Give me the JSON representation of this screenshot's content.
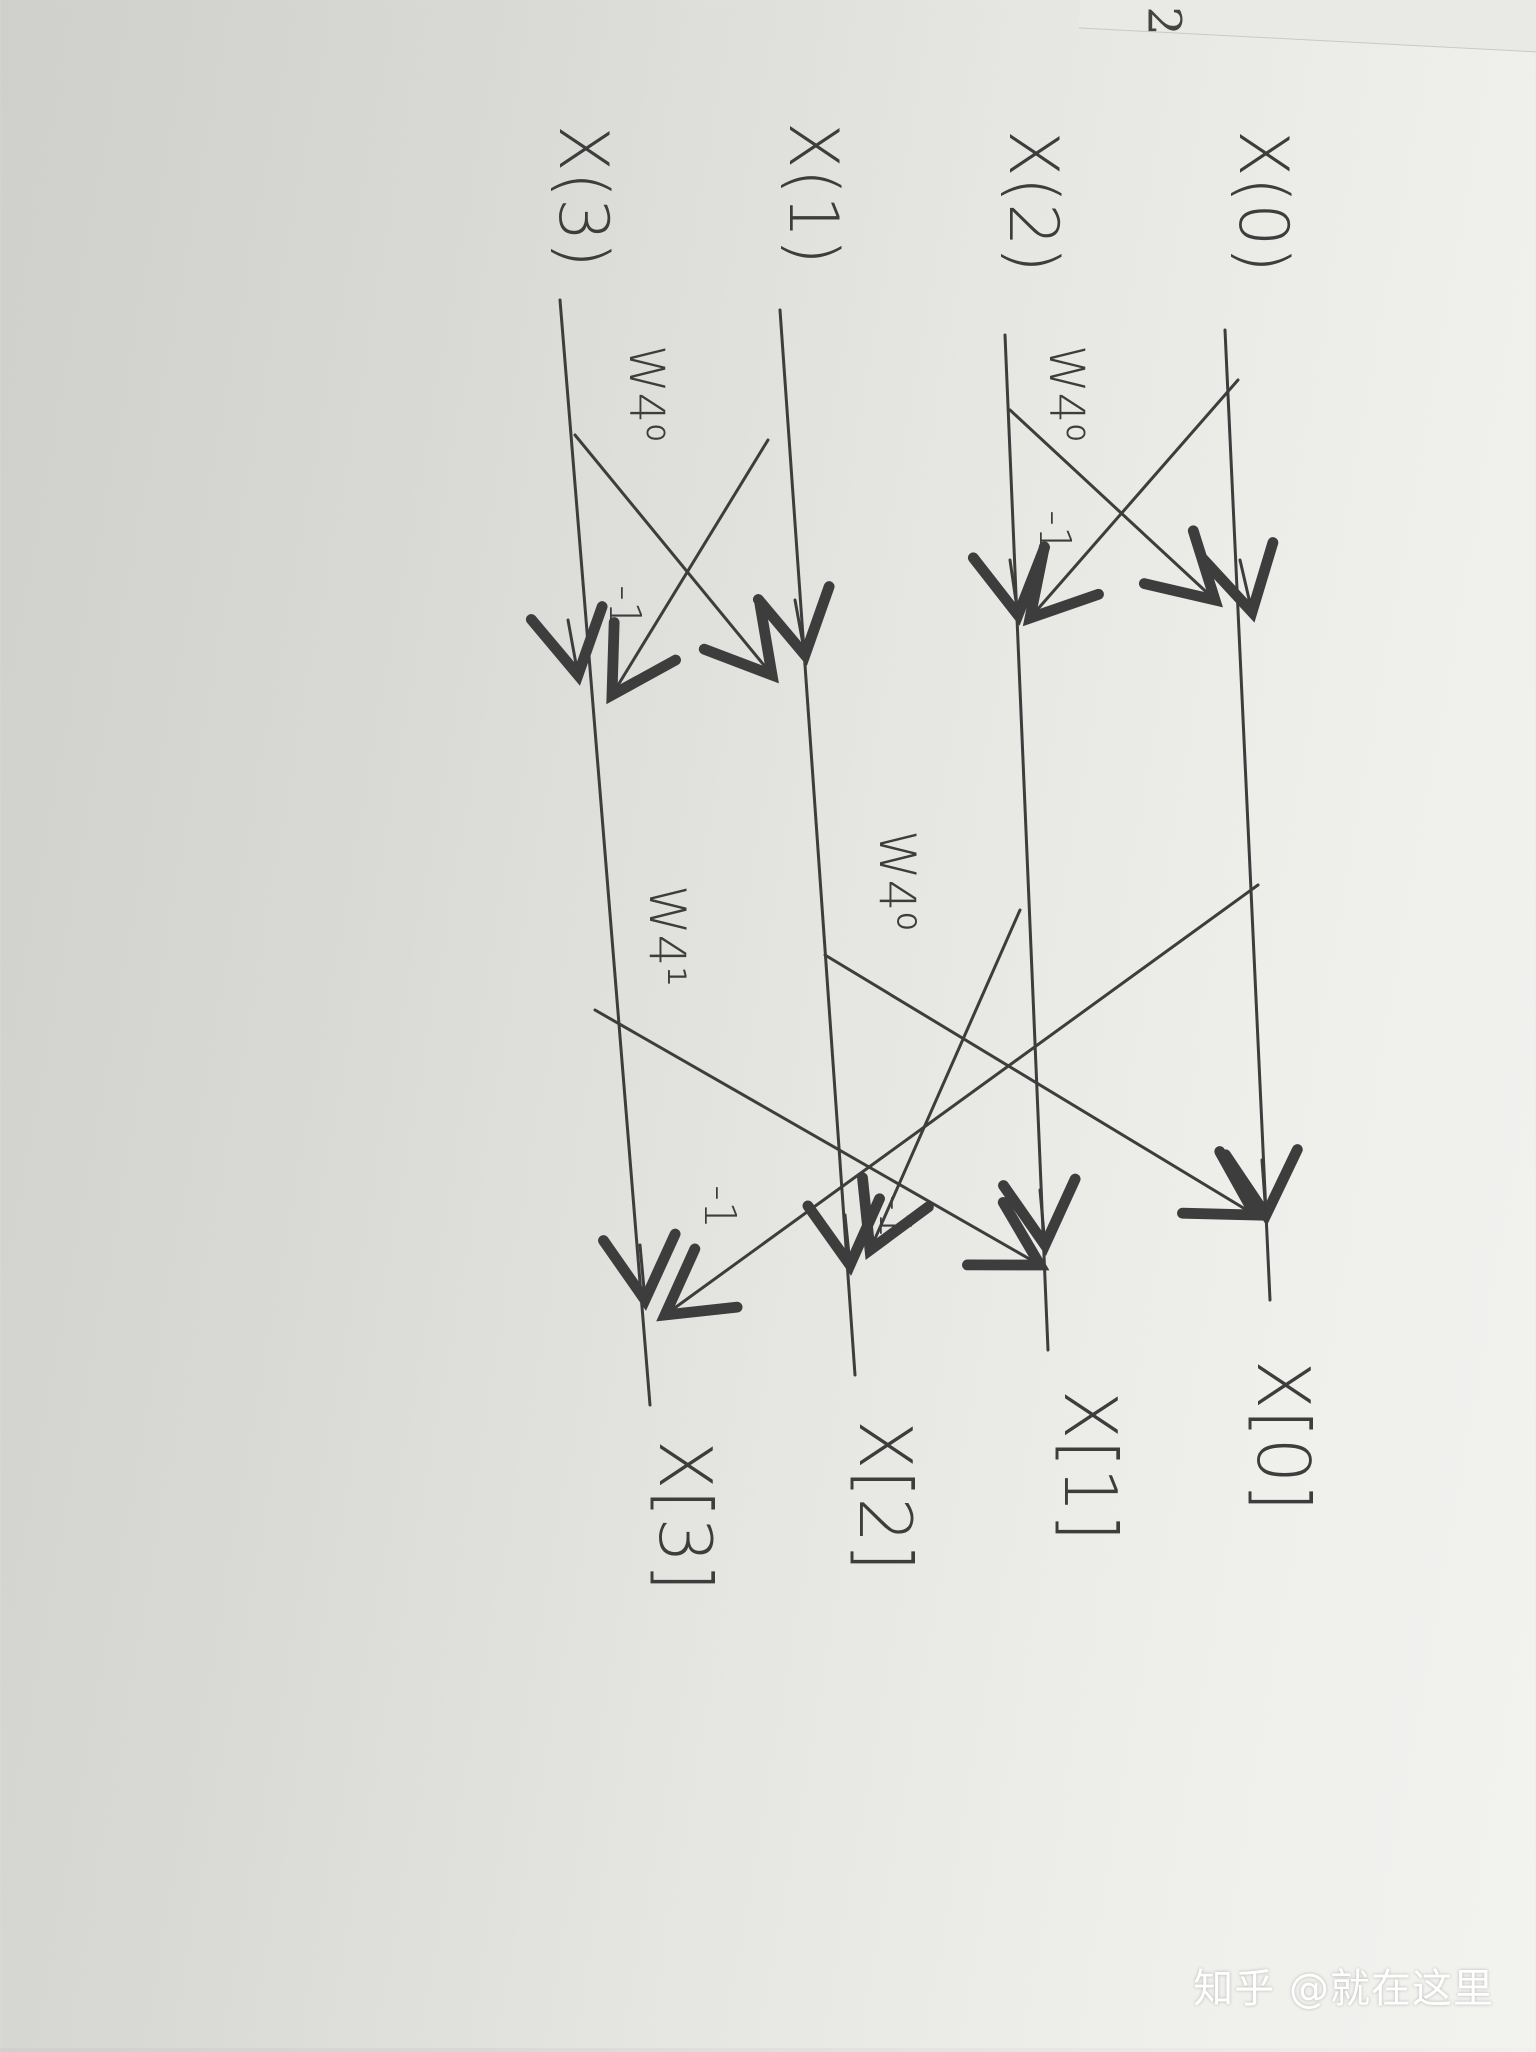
{
  "corner_fragment": "2",
  "inputs": [
    "X(0)",
    "X(2)",
    "X(1)",
    "X(3)"
  ],
  "outputs": [
    "X[0]",
    "X[1]",
    "X[2]",
    "X[3]"
  ],
  "stage1_labels": {
    "twiddle_top": "W4⁰",
    "twiddle_bottom": "W4⁰",
    "minus_top": "-1",
    "minus_bottom": "-1"
  },
  "stage2_labels": {
    "twiddle_a": "W4⁰",
    "twiddle_b": "W4¹",
    "minus_a": "-1",
    "minus_b": "-1"
  },
  "watermark": "知乎 @就在这里",
  "colors": {
    "ink": "#3d3d3d",
    "paper": "#e6e6e2"
  }
}
